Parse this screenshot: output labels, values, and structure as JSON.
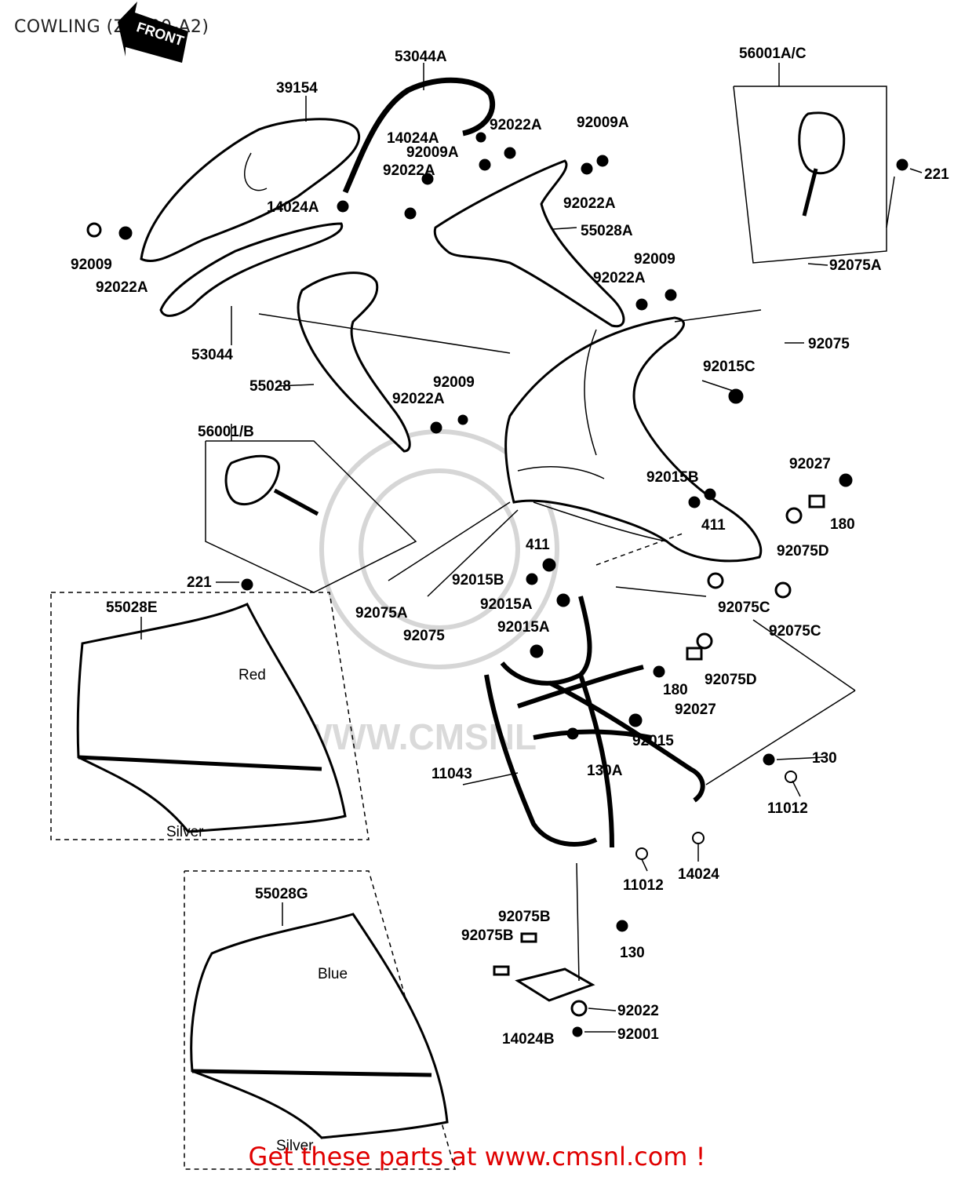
{
  "title": "COWLING (ZX900-A2)",
  "front_arrow": "FRONT",
  "footer": "Get these parts at www.cmsnl.com !",
  "watermark": "WWW.CMSNL",
  "color_labels": {
    "e_upper": "Red",
    "e_lower": "Silver",
    "g_upper": "Blue",
    "g_lower": "Silver"
  },
  "parts": {
    "p39154": "39154",
    "p53044A": "53044A",
    "p56001AC": "56001A/C",
    "p221_top": "221",
    "p14024A_top": "14024A",
    "p92022A_a": "92022A",
    "p92009A_a": "92009A",
    "p92009A_b": "92009A",
    "p92022A_b": "92022A",
    "p14024A_mid": "14024A",
    "p92022A_c": "92022A",
    "p55028A": "55028A",
    "p92009_left": "92009",
    "p92022A_left": "92022A",
    "p92009_right": "92009",
    "p92022A_right": "92022A",
    "p92075A_top": "92075A",
    "p53044": "53044",
    "p92075_top": "92075",
    "p55028": "55028",
    "p92015C": "92015C",
    "p92009_mid": "92009",
    "p92022A_mid": "92022A",
    "p56001B": "56001/B",
    "p92015B_a": "92015B",
    "p411_a": "411",
    "p92027_top": "92027",
    "p180_top": "180",
    "p92075D_top": "92075D",
    "p411_b": "411",
    "p221_left": "221",
    "p92015B_b": "92015B",
    "p55028E": "55028E",
    "p92015A_a": "92015A",
    "p92075A_mid": "92075A",
    "p92075C_a": "92075C",
    "p92075_mid": "92075",
    "p92075C_b": "92075C",
    "p92015A_b": "92015A",
    "p180_mid": "180",
    "p92075D_mid": "92075D",
    "p92027_mid": "92027",
    "p92015": "92015",
    "p130_right": "130",
    "p11043": "11043",
    "p130A": "130A",
    "p11012_right": "11012",
    "p11012_mid": "11012",
    "p14024": "14024",
    "p55028G": "55028G",
    "p92075B_a": "92075B",
    "p92075B_b": "92075B",
    "p130_bottom": "130",
    "p92022": "92022",
    "p14024B": "14024B",
    "p92001": "92001"
  }
}
